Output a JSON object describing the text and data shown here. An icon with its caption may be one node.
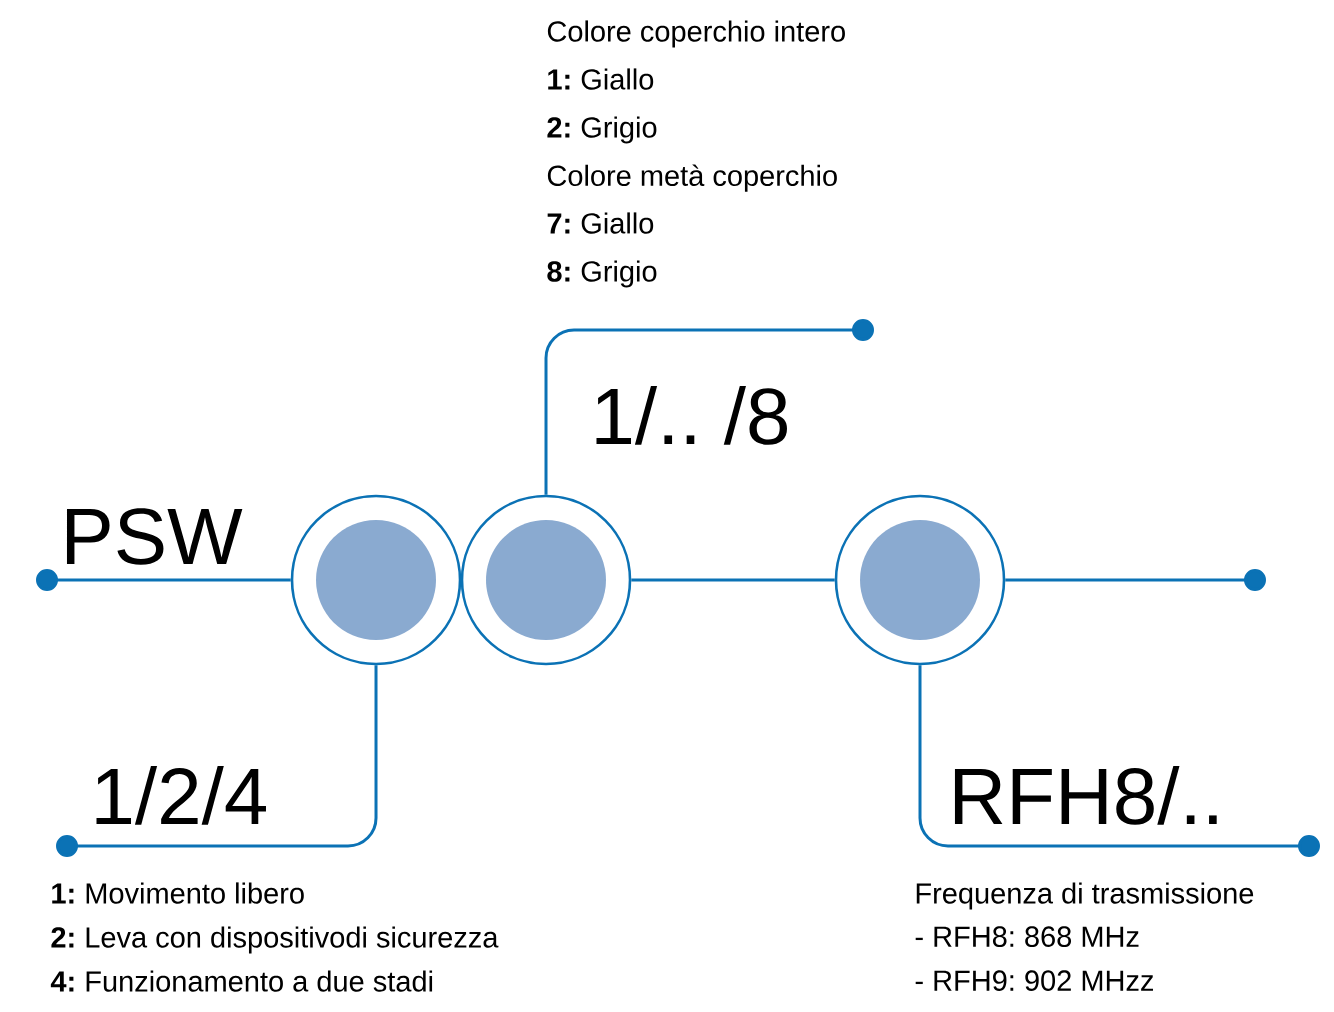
{
  "diagram": {
    "nodes": [
      {
        "text": [],
        "shape": "circle"
      },
      {
        "text": [],
        "shape": "circle"
      },
      {
        "text": [],
        "shape": "circle"
      }
    ],
    "edges": [
      {
        "from": null,
        "to": 0,
        "arrow": "other",
        "label": "PSW"
      },
      {
        "from": null,
        "to": 0,
        "arrow": "other",
        "label": "1/2/4"
      },
      {
        "from": null,
        "to": 1,
        "arrow": "other",
        "label": "1/.. /8"
      },
      {
        "from": 1,
        "to": 2,
        "arrow": "none"
      },
      {
        "from": null,
        "to": 2,
        "arrow": "other"
      },
      {
        "from": null,
        "to": 2,
        "arrow": "other",
        "label": "RFH8/.."
      }
    ],
    "labels": [
      "Colore coperchio intero",
      "**1:** Giallo",
      "**2:** Grigio",
      "Colore metà coperchio",
      "**7:** Giallo",
      "**8:** Grigio",
      "**1:** Movimento libero",
      "**2:** Leva con dispositivodi sicurezza",
      "**4:** Funzionamento a due stadi",
      "Frequenza di trasmissione",
      "- RFH8: 868 MHz",
      "- RFH9: 902 MHzz"
    ]
  }
}
